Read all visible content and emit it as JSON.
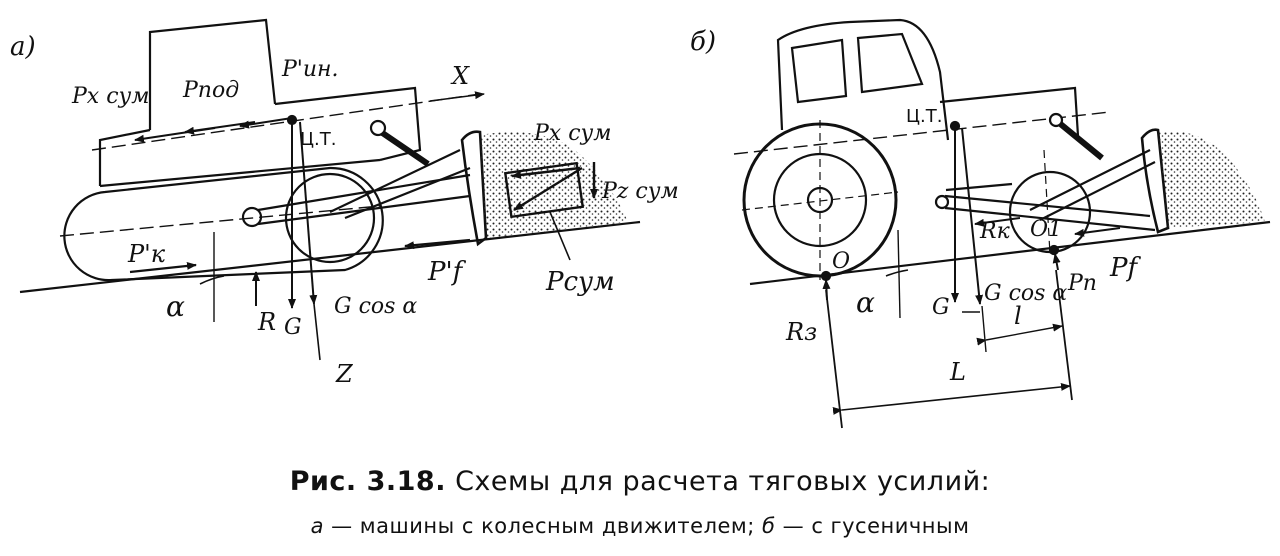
{
  "panel_a": {
    "tag": "а)",
    "labels": {
      "p_x_sum": "Pх сум",
      "p_pod": "Pпод",
      "p_in": "P'ин.",
      "x_axis": "X",
      "ct": "Ц.Т.",
      "p_x_sum_box": "Pх сум",
      "p_z_sum": "Pz сум",
      "p_k": "P'к",
      "p_f": "P'f",
      "p_sum": "Pсум",
      "alpha": "α",
      "r": "R",
      "g": "G",
      "g_cos": "G cos α",
      "z_axis": "Z"
    }
  },
  "panel_b": {
    "tag": "б)",
    "labels": {
      "ct": "Ц.Т.",
      "r_k": "Rк",
      "o1": "O1",
      "o": "O",
      "p_f": "Pf",
      "alpha": "α",
      "g": "G",
      "g_cos": "G cos α",
      "p_n": "Pn",
      "l_small": "l",
      "r_z": "Rз",
      "l_big": "L"
    }
  },
  "caption": {
    "fig": "Рис. 3.18.",
    "title": "Схемы для расчета тяговых усилий:",
    "a_letter": "а",
    "a_text": " — машины с колесным движителем; ",
    "b_letter": "б",
    "b_text": " — с гусеничным"
  }
}
